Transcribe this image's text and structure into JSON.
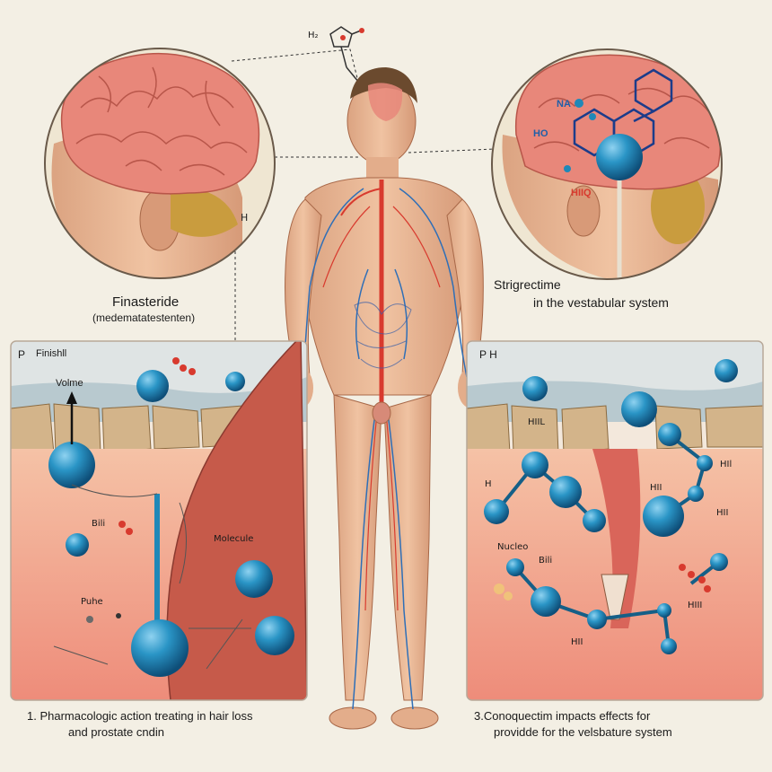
{
  "top": {
    "molecule_label": "H₂"
  },
  "left_circle": {
    "h_label": "H"
  },
  "left_caption": {
    "title": "Finasteride",
    "subtitle": "(medematatestenten)"
  },
  "right_circle": {
    "na_label": "NA",
    "ho_label": "HO",
    "hiiq_label": "HIIQ"
  },
  "right_caption": {
    "line1": "Strigrectime",
    "line2": "in the vestabular system"
  },
  "left_panel": {
    "corner_p": "P",
    "corner_text": "Finishll",
    "volume_label": "Volme",
    "label_bili": "Bili",
    "label_molecule": "Molecule",
    "label_puhe": "Puhe"
  },
  "right_panel": {
    "corner_text": "P  H",
    "label_hiil": "HIIL",
    "label_h_left": "H",
    "label_hii_mid": "HII",
    "label_hil_right": "HIl",
    "label_hill_r2": "HII",
    "label_nucleo": "Nucleo",
    "label_bili": "Bili",
    "label_hili": "HIII",
    "label_hil_bottom": "HII"
  },
  "footer": {
    "left_line1": "1. Pharmacologic action treating in hair loss",
    "left_line2": "and prostate cndin",
    "right_line1": "3.Conoquectim impacts effects for",
    "right_line2": "providde for the velsbature system"
  },
  "colors": {
    "background": "#f3efe4",
    "brain": "#e88a78",
    "skin": "#e9b594",
    "tissue": "#f2a08e",
    "molecule": "#1f88b8",
    "artery": "#d83a2e",
    "vein": "#2f6fb7"
  }
}
